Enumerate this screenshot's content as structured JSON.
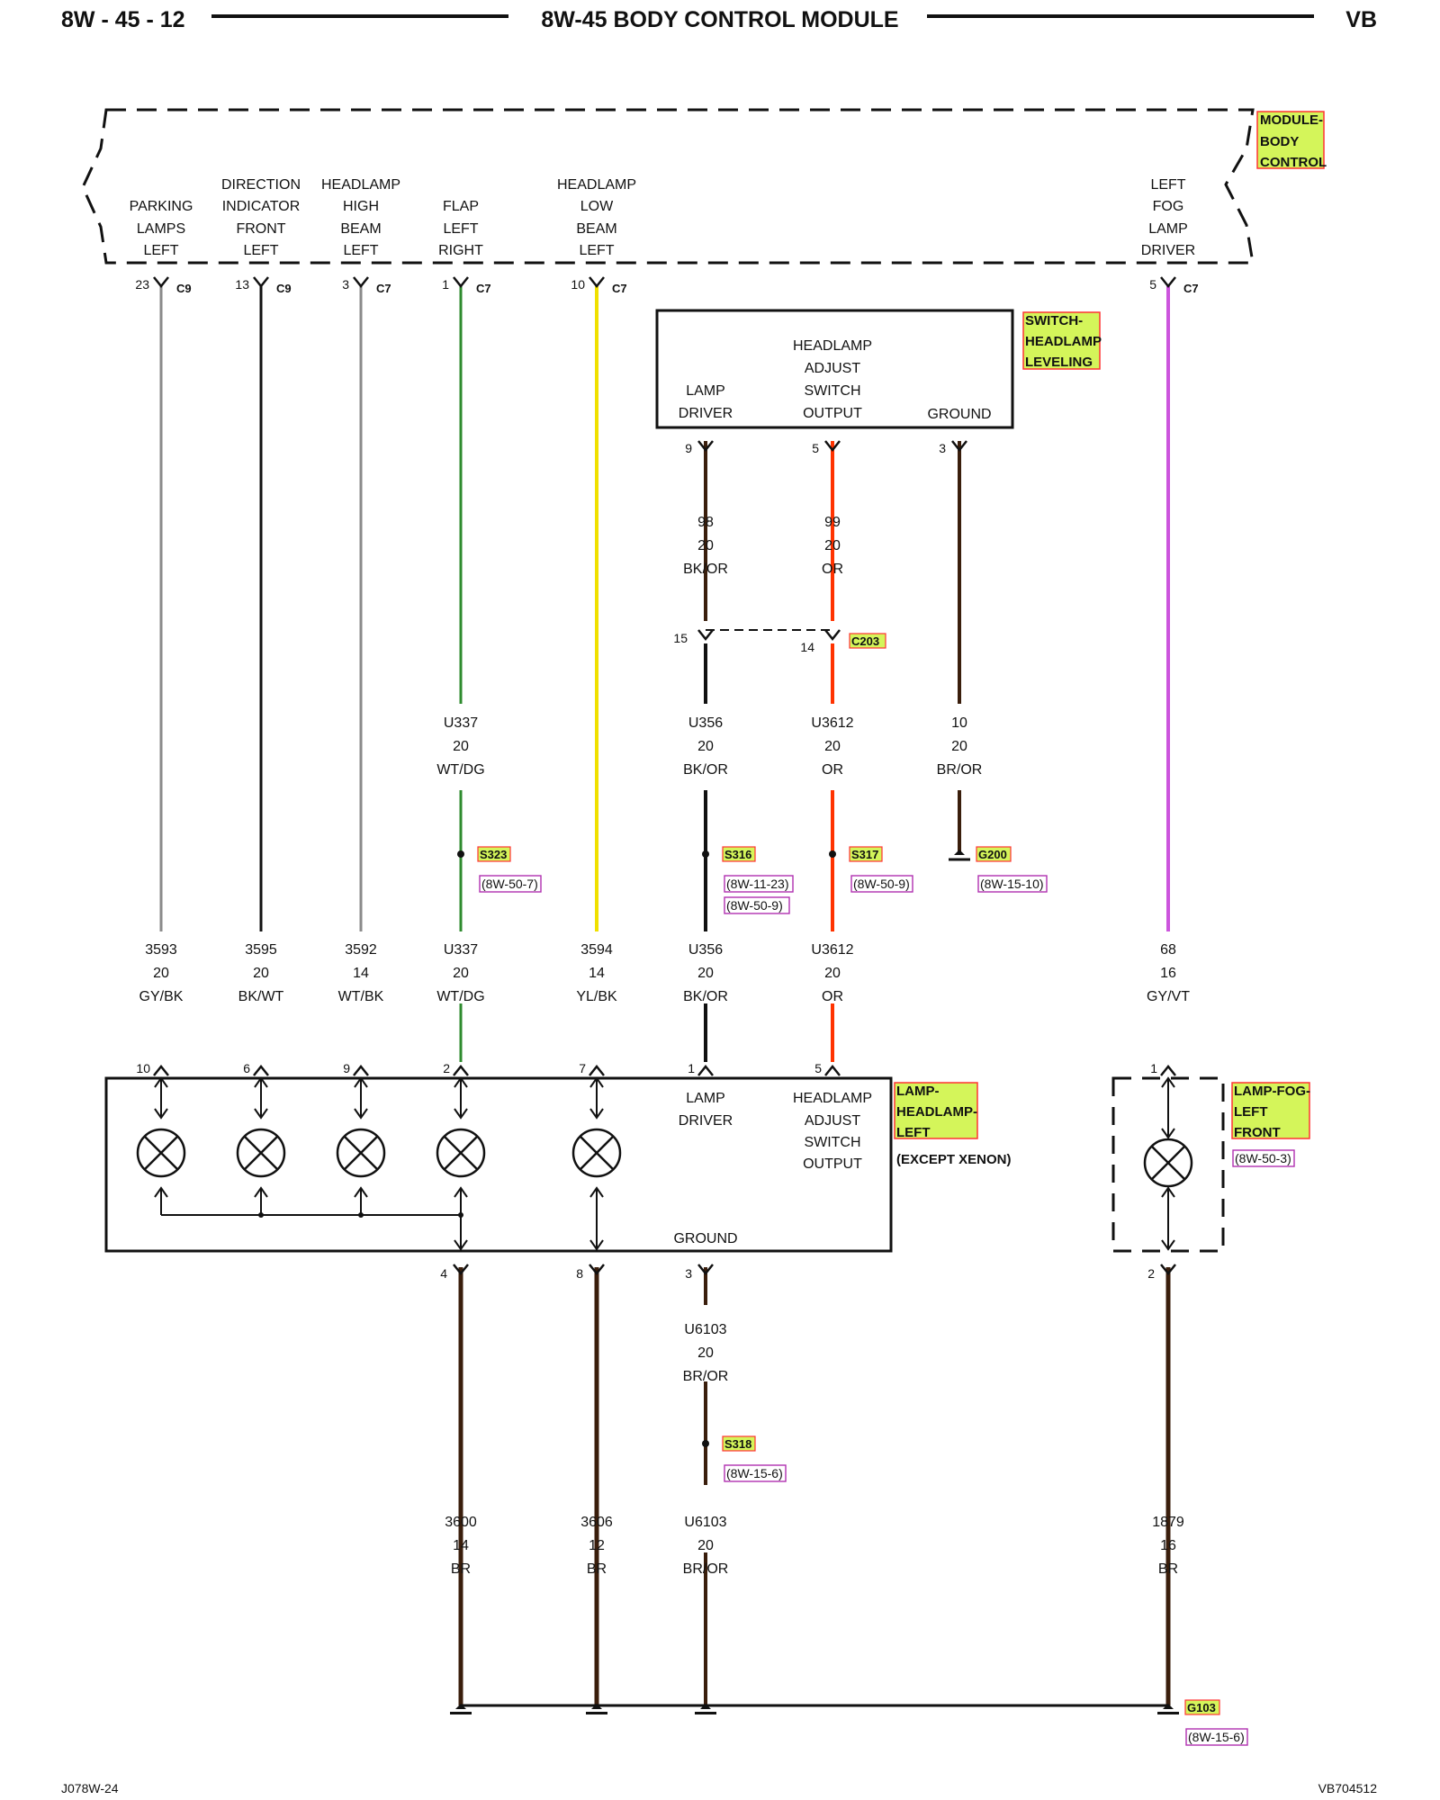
{
  "header": {
    "page_number": "8W - 45 - 12",
    "title": "8W-45 BODY CONTROL MODULE",
    "vehicle_code": "VB"
  },
  "footer": {
    "left_code": "J078W-24",
    "right_code": "VB704512"
  },
  "components": {
    "bcm": {
      "name": [
        "MODULE-",
        "BODY",
        "CONTROL"
      ]
    },
    "switch": {
      "name": [
        "SWITCH-",
        "HEADLAMP",
        "LEVELING"
      ],
      "pins": {
        "lamp_driver": [
          "LAMP",
          "DRIVER"
        ],
        "adjust_output": [
          "HEADLAMP",
          "ADJUST",
          "SWITCH",
          "OUTPUT"
        ],
        "ground": [
          "GROUND"
        ]
      }
    },
    "headlamp": {
      "name": [
        "LAMP-",
        "HEADLAMP-",
        "LEFT"
      ],
      "note": "(EXCEPT XENON)",
      "pins": {
        "lamp_driver": [
          "LAMP",
          "DRIVER"
        ],
        "adjust_output": [
          "HEADLAMP",
          "ADJUST",
          "SWITCH",
          "OUTPUT"
        ],
        "ground": "GROUND"
      }
    },
    "foglamp": {
      "name": [
        "LAMP-FOG-",
        "LEFT",
        "FRONT"
      ],
      "ref": "(8W-50-3)"
    }
  },
  "bcm_pins": [
    {
      "label": [
        "PARKING",
        "LAMPS",
        "LEFT"
      ],
      "pin": "23",
      "connector": "C9"
    },
    {
      "label": [
        "DIRECTION",
        "INDICATOR",
        "FRONT",
        "LEFT"
      ],
      "pin": "13",
      "connector": "C9"
    },
    {
      "label": [
        "HEADLAMP",
        "HIGH",
        "BEAM",
        "LEFT"
      ],
      "pin": "3",
      "connector": "C7"
    },
    {
      "label": [
        "FLAP",
        "LEFT",
        "RIGHT"
      ],
      "pin": "1",
      "connector": "C7"
    },
    {
      "label": [
        "HEADLAMP",
        "LOW",
        "BEAM",
        "LEFT"
      ],
      "pin": "10",
      "connector": "C7"
    },
    {
      "label": [
        "LEFT",
        "FOG",
        "LAMP",
        "DRIVER"
      ],
      "pin": "5",
      "connector": "C7"
    }
  ],
  "switch_pins": {
    "lamp_driver": "9",
    "adjust_output": "5",
    "ground": "3"
  },
  "switch_wires": [
    {
      "circuit": "98",
      "gauge": "20",
      "color": "BK/OR"
    },
    {
      "circuit": "99",
      "gauge": "20",
      "color": "OR"
    }
  ],
  "c203": {
    "connector": "C203",
    "pin_a": "15",
    "pin_b": "14"
  },
  "mid_wires": [
    {
      "circuit": "U337",
      "gauge": "20",
      "color": "WT/DG"
    },
    {
      "circuit": "U356",
      "gauge": "20",
      "color": "BK/OR"
    },
    {
      "circuit": "U3612",
      "gauge": "20",
      "color": "OR"
    },
    {
      "circuit": "10",
      "gauge": "20",
      "color": "BR/OR"
    }
  ],
  "splices": [
    {
      "id": "S323",
      "refs": [
        "(8W-50-7)"
      ]
    },
    {
      "id": "S316",
      "refs": [
        "(8W-11-23)",
        "(8W-50-9)"
      ]
    },
    {
      "id": "S317",
      "refs": [
        "(8W-50-9)"
      ]
    },
    {
      "id": "G200",
      "refs": [
        "(8W-15-10)"
      ]
    }
  ],
  "lamp_wires": [
    {
      "circuit": "3593",
      "gauge": "20",
      "color": "GY/BK",
      "pin": "10"
    },
    {
      "circuit": "3595",
      "gauge": "20",
      "color": "BK/WT",
      "pin": "6"
    },
    {
      "circuit": "3592",
      "gauge": "14",
      "color": "WT/BK",
      "pin": "9"
    },
    {
      "circuit": "U337",
      "gauge": "20",
      "color": "WT/DG",
      "pin": "2"
    },
    {
      "circuit": "3594",
      "gauge": "14",
      "color": "YL/BK",
      "pin": "7"
    },
    {
      "circuit": "U356",
      "gauge": "20",
      "color": "BK/OR",
      "pin": "1"
    },
    {
      "circuit": "U3612",
      "gauge": "20",
      "color": "OR",
      "pin": "5"
    },
    {
      "circuit": "68",
      "gauge": "16",
      "color": "GY/VT",
      "pin": "1"
    }
  ],
  "ground_pins": {
    "low_a": "4",
    "low_b": "8",
    "lamp_ground": "3",
    "fog": "2"
  },
  "u6103_upper": {
    "circuit": "U6103",
    "gauge": "20",
    "color": "BR/OR"
  },
  "s318": {
    "id": "S318",
    "ref": "(8W-15-6)"
  },
  "ground_wires": [
    {
      "circuit": "3600",
      "gauge": "14",
      "color": "BR"
    },
    {
      "circuit": "3606",
      "gauge": "12",
      "color": "BR"
    },
    {
      "circuit": "U6103",
      "gauge": "20",
      "color": "BR/OR"
    },
    {
      "circuit": "1879",
      "gauge": "16",
      "color": "BR"
    }
  ],
  "g103": {
    "id": "G103",
    "ref": "(8W-15-6)"
  },
  "wire_colors": {
    "grey": "#8a8a8a",
    "black": "#111111",
    "green": "#2e8b2e",
    "yellow": "#f0e000",
    "orange": "#ff3300",
    "brown": "#3a1e0c",
    "violet": "#cc55dd"
  },
  "highlight_colors": {
    "fill": "#d4f55a",
    "border": "#ff3333",
    "ref_border": "#b030b0"
  }
}
